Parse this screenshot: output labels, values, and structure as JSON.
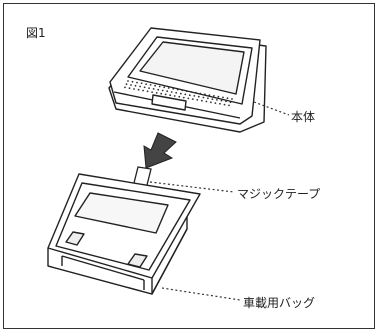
{
  "figure": {
    "label": "図1"
  },
  "callouts": {
    "device": "本体",
    "velcro": "マジックテープ",
    "bag": "車載用バッグ"
  }
}
